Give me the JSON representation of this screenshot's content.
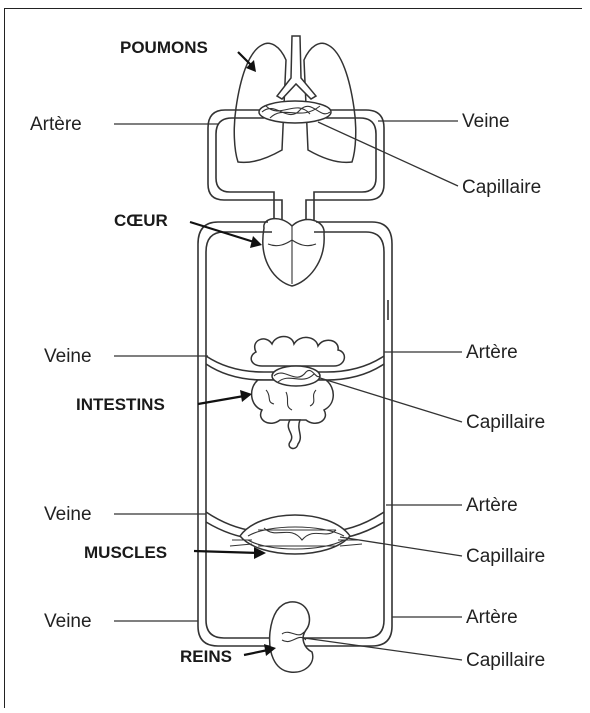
{
  "organs": {
    "lungs": "POUMONS",
    "heart": "CŒUR",
    "intestines": "INTESTINS",
    "muscles": "MUSCLES",
    "kidneys": "REINS"
  },
  "vessels": {
    "artery": "Artère",
    "vein": "Veine",
    "capillary": "Capillaire"
  }
}
